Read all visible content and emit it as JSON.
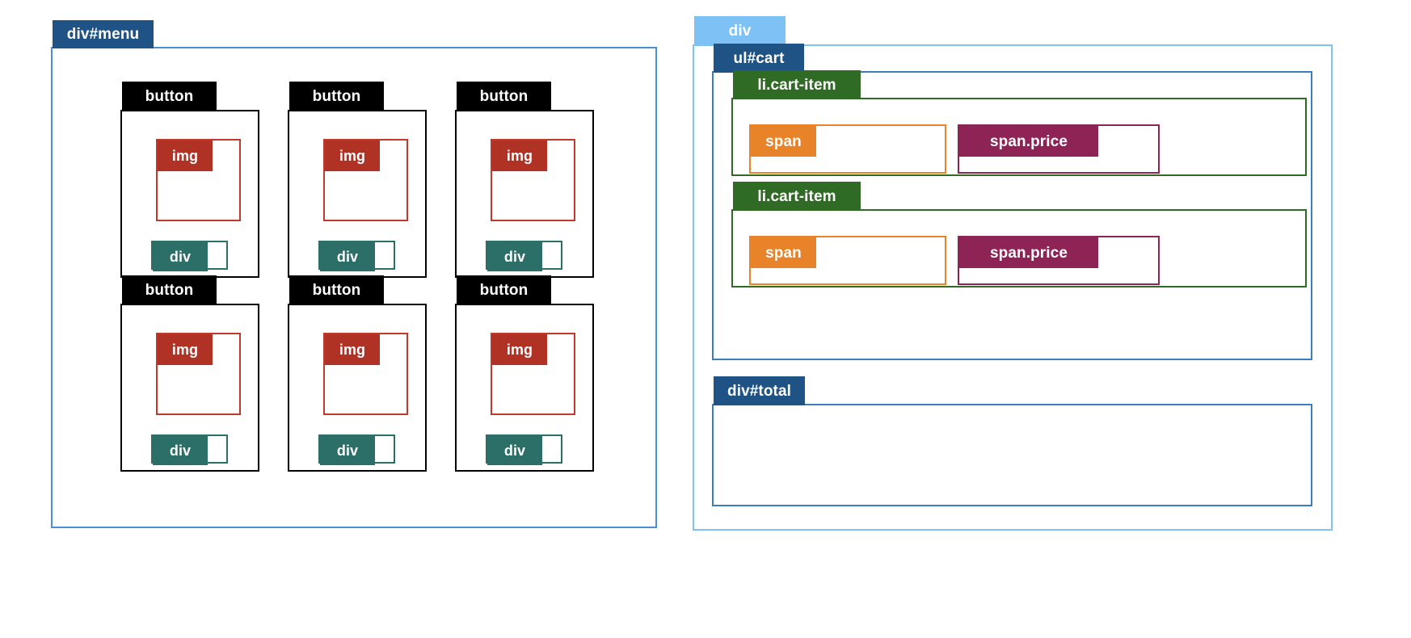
{
  "diagram": {
    "type": "dom-structure-wireframe",
    "description": "Annotated DOM box diagram of a menu / shopping cart layout",
    "colors": {
      "menu_container_border": "#4a90d9",
      "menu_container_label_bg": "#1f5386",
      "button_border": "#000000",
      "button_label_bg": "#000000",
      "img_border": "#c0392b",
      "img_label_bg": "#b03224",
      "div_border": "#2c6e68",
      "div_label_bg": "#2c6e68",
      "outer_div_border": "#7ec2f5",
      "outer_div_label_bg": "#7ec2f5",
      "cart_border": "#3a7ebf",
      "cart_label_bg": "#1f5386",
      "cart_item_border": "#2f6b25",
      "cart_item_label_bg": "#2f6b25",
      "span_border": "#e8832a",
      "span_label_bg": "#e8832a",
      "price_border": "#8e2355",
      "price_label_bg": "#8e2355",
      "total_border": "#3a7ebf",
      "total_label_bg": "#1f5386",
      "label_text": "#ffffff",
      "page_background": "#ffffff"
    }
  },
  "menu": {
    "label": "div#menu",
    "buttons": [
      {
        "label": "button",
        "img": {
          "label": "img"
        },
        "div": {
          "label": "div"
        }
      },
      {
        "label": "button",
        "img": {
          "label": "img"
        },
        "div": {
          "label": "div"
        }
      },
      {
        "label": "button",
        "img": {
          "label": "img"
        },
        "div": {
          "label": "div"
        }
      },
      {
        "label": "button",
        "img": {
          "label": "img"
        },
        "div": {
          "label": "div"
        }
      },
      {
        "label": "button",
        "img": {
          "label": "img"
        },
        "div": {
          "label": "div"
        }
      },
      {
        "label": "button",
        "img": {
          "label": "img"
        },
        "div": {
          "label": "div"
        }
      }
    ]
  },
  "sidebar": {
    "label": "div",
    "cart": {
      "label": "ul#cart",
      "items": [
        {
          "label": "li.cart-item",
          "name": {
            "label": "span"
          },
          "price": {
            "label": "span.price"
          }
        },
        {
          "label": "li.cart-item",
          "name": {
            "label": "span"
          },
          "price": {
            "label": "span.price"
          }
        }
      ]
    },
    "total": {
      "label": "div#total"
    }
  }
}
